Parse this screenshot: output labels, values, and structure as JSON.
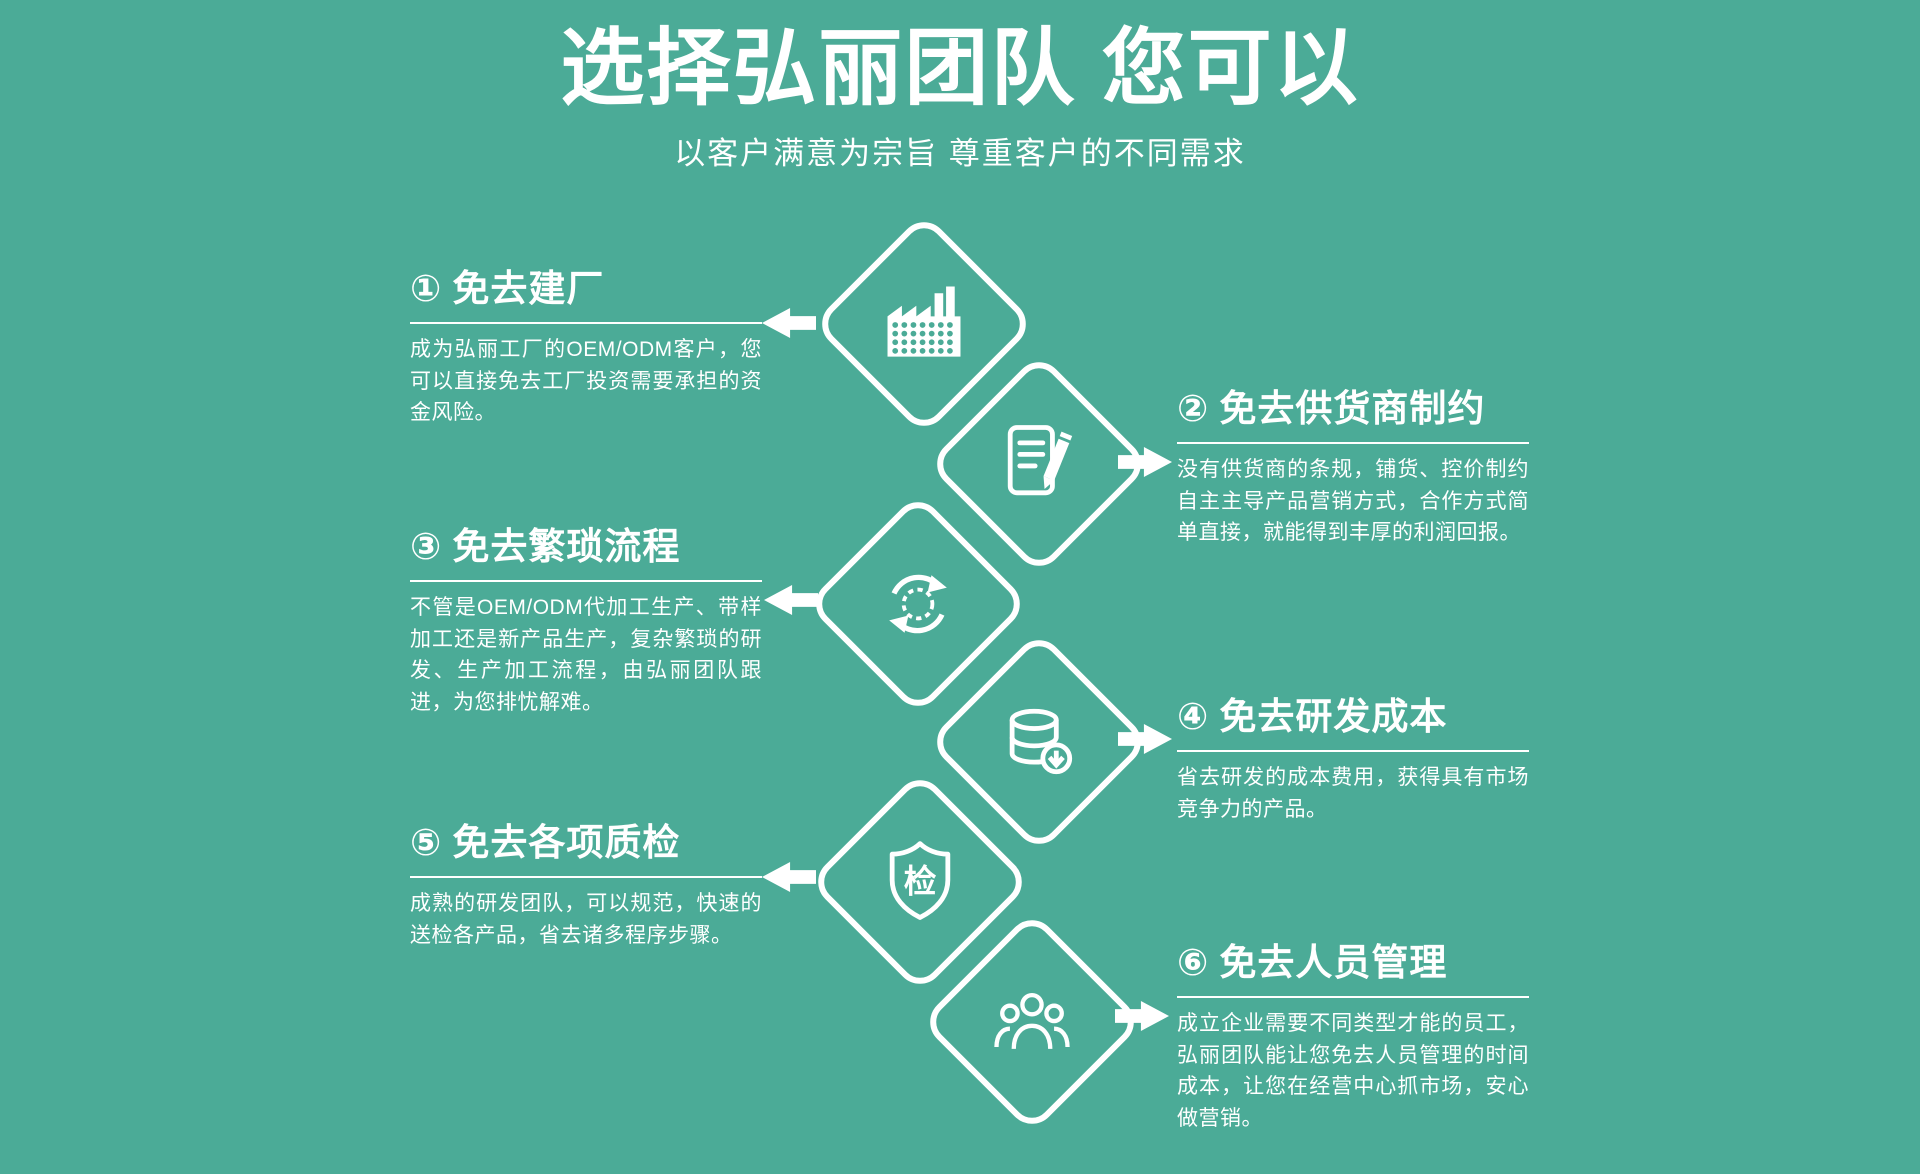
{
  "page": {
    "background_color": "#4BAB97",
    "text_color": "#FFFFFF",
    "title": "选择弘丽团队 您可以",
    "subtitle": "以客户满意为宗旨 尊重客户的不同需求"
  },
  "items": [
    {
      "number": "①",
      "heading": "免去建厂",
      "body": "成为弘丽工厂的OEM/ODM客户，您可以直接免去工厂投资需要承担的资金风险。",
      "side": "left",
      "icon": "factory-icon"
    },
    {
      "number": "②",
      "heading": "免去供货商制约",
      "body": "没有供货商的条规，铺货、控价制约自主主导产品营销方式，合作方式简单直接，就能得到丰厚的利润回报。",
      "side": "right",
      "icon": "document-edit-icon"
    },
    {
      "number": "③",
      "heading": "免去繁琐流程",
      "body": "不管是OEM/ODM代加工生产、带样加工还是新产品生产，复杂繁琐的研发、生产加工流程，由弘丽团队跟进，为您排忧解难。",
      "side": "left",
      "icon": "cycle-arrows-icon"
    },
    {
      "number": "④",
      "heading": "免去研发成本",
      "body": "省去研发的成本费用，获得具有市场竞争力的产品。",
      "side": "right",
      "icon": "database-download-icon"
    },
    {
      "number": "⑤",
      "heading": "免去各项质检",
      "body": "成熟的研发团队，可以规范，快速的送检各产品，省去诸多程序步骤。",
      "side": "left",
      "icon": "shield-inspection-icon",
      "icon_label": "检"
    },
    {
      "number": "⑥",
      "heading": "免去人员管理",
      "body": "成立企业需要不同类型才能的员工，弘丽团队能让您免去人员管理的时间成本，让您在经营中心抓市场，安心做营销。",
      "side": "right",
      "icon": "team-icon"
    }
  ]
}
